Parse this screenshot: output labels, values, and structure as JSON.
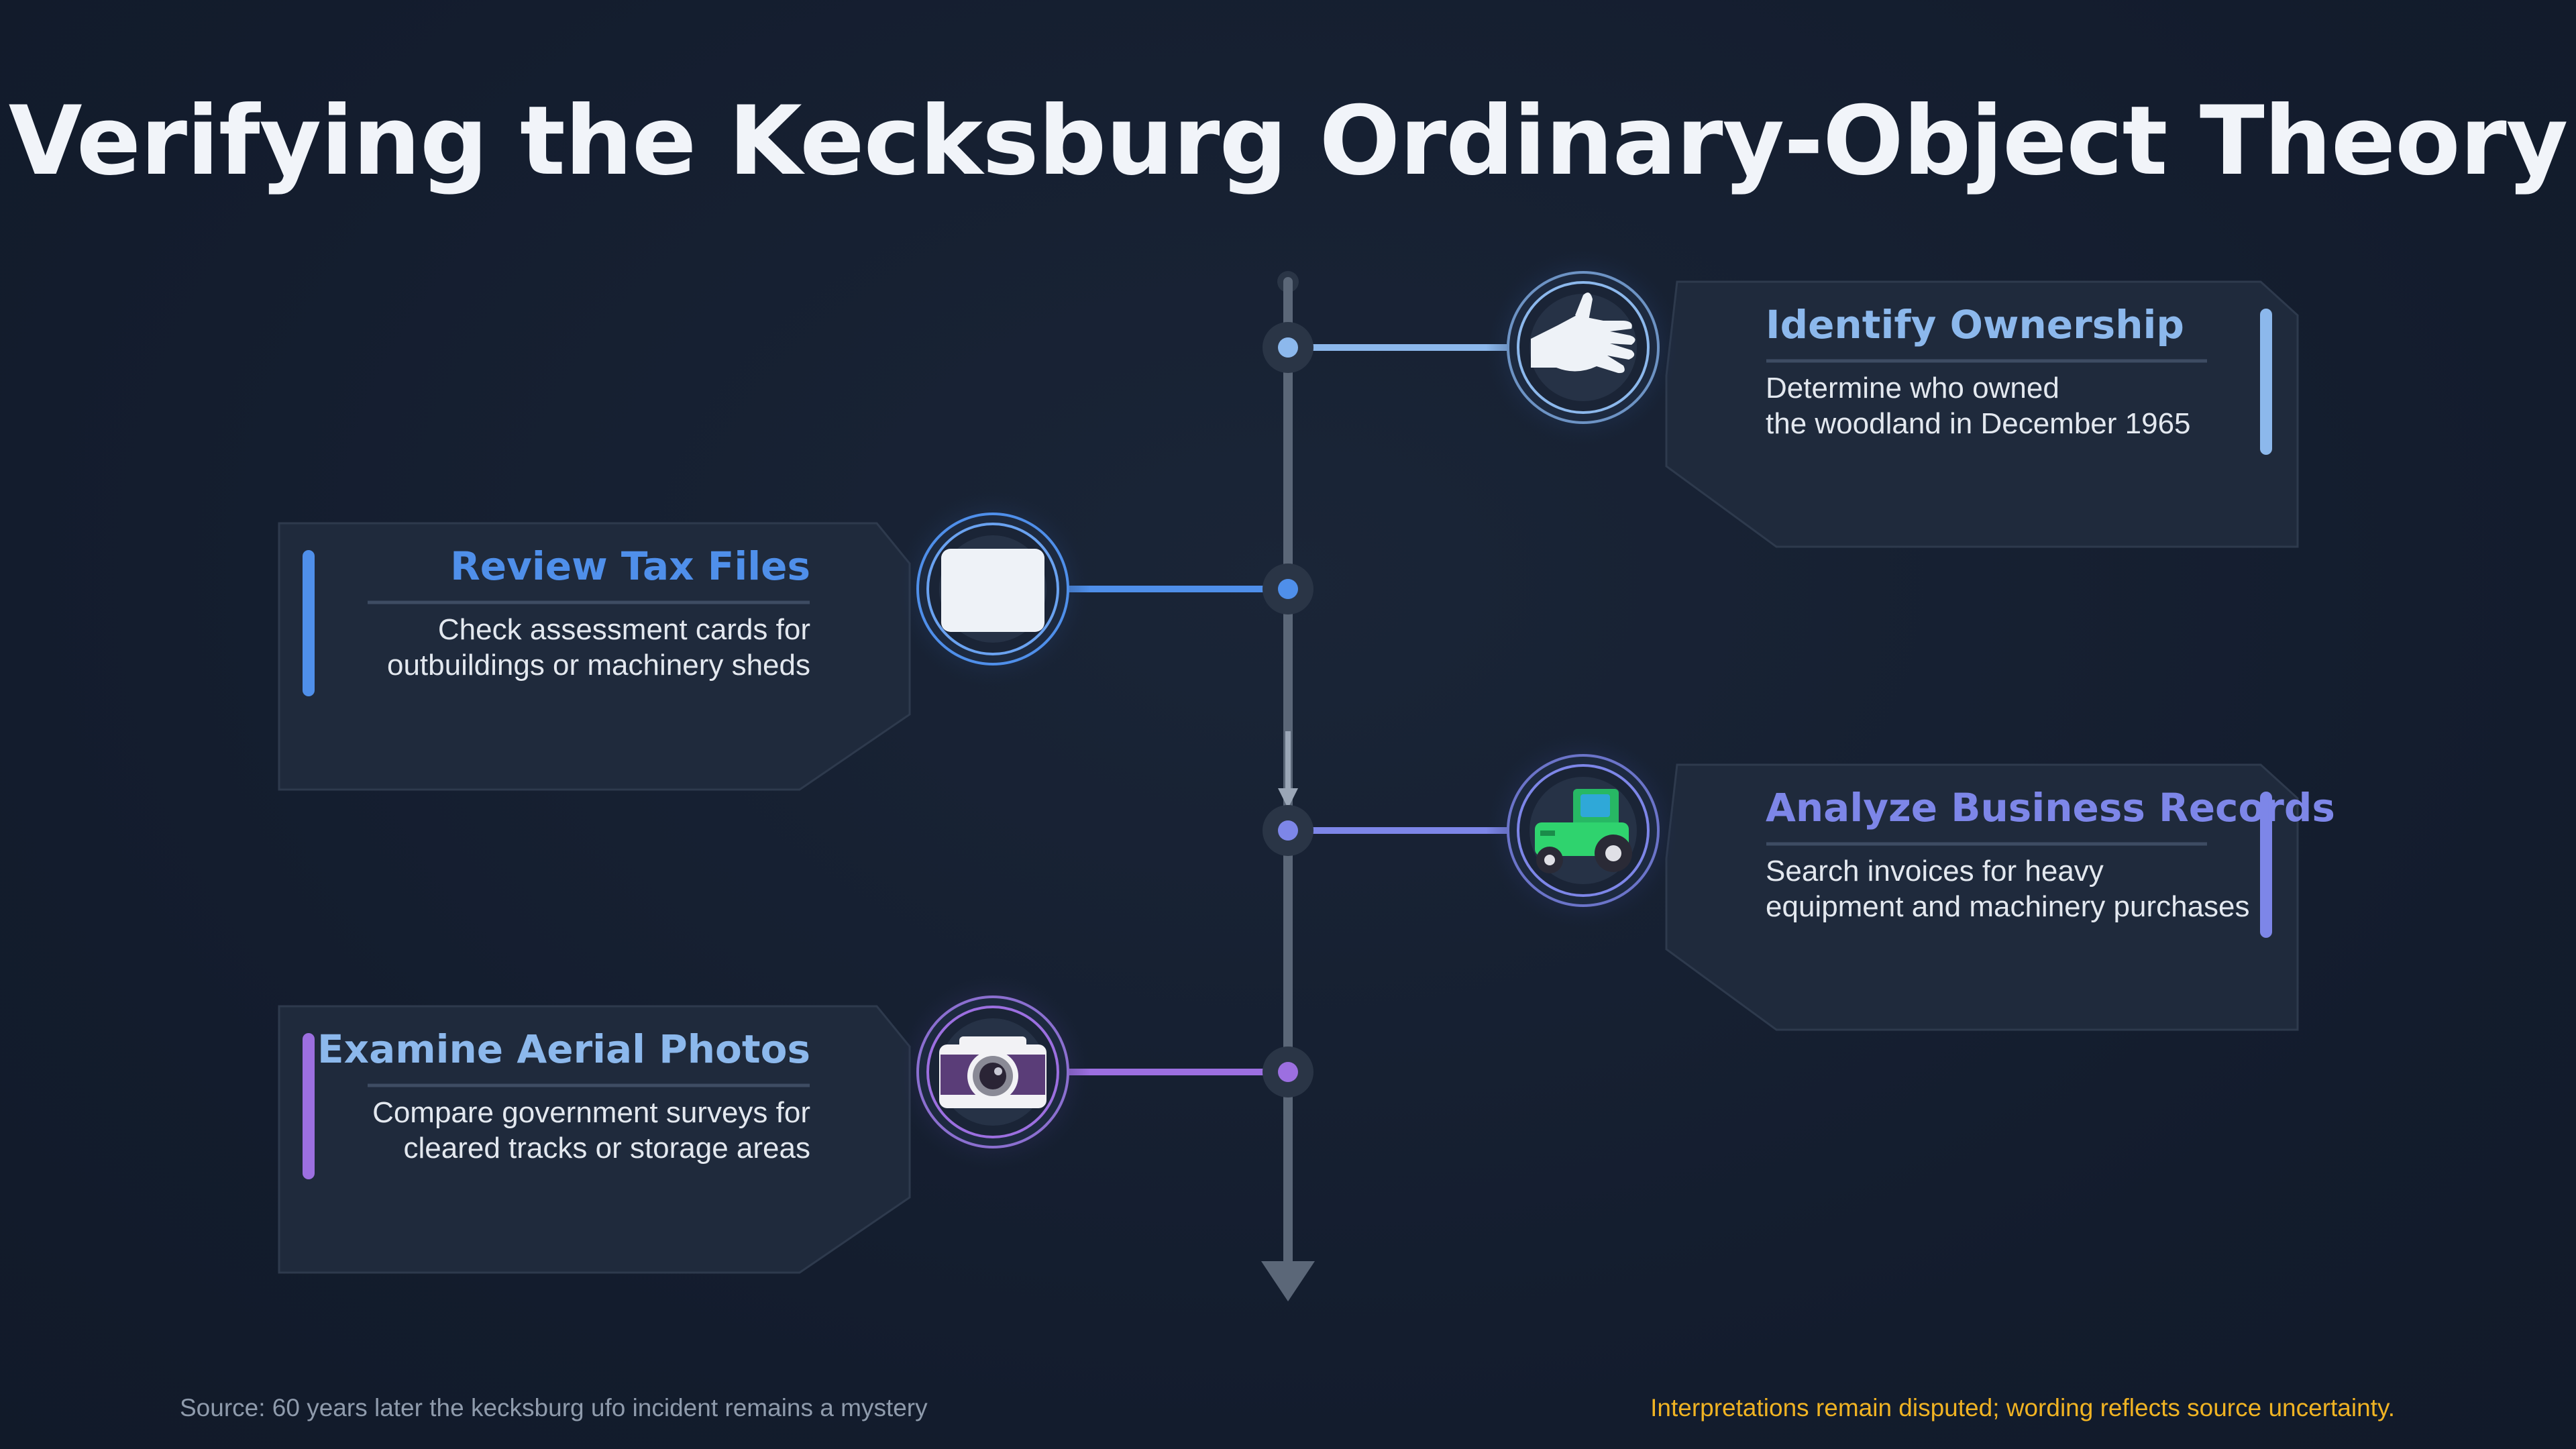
{
  "title": "Verifying the Kecksburg Ordinary-Object Theory",
  "colors": {
    "background": "#151f31",
    "card": "#1f2a3c",
    "spine": "#5b6778",
    "blue": "#4f8fea",
    "light_blue": "#8cb8ec",
    "indigo": "#7d86e8",
    "purple": "#9c6fe0"
  },
  "steps": [
    {
      "title": "Identify Ownership",
      "description": "Determine who owned\nthe woodland in December 1965",
      "icon": "hand-icon",
      "side": "right",
      "accent": "#8cb8ec"
    },
    {
      "title": "Review Tax Files",
      "description": "Check assessment cards for\noutbuildings or machinery sheds",
      "icon": "document-icon",
      "side": "left",
      "accent": "#4f8fea"
    },
    {
      "title": "Analyze Business Records",
      "description": "Search invoices for heavy\nequipment and machinery purchases",
      "icon": "tractor-icon",
      "side": "right",
      "accent": "#7d86e8"
    },
    {
      "title": "Examine Aerial Photos",
      "description": "Compare government surveys for\ncleared tracks or storage areas",
      "icon": "camera-icon",
      "side": "left",
      "accent": "#9c6fe0"
    }
  ],
  "footer": {
    "source": "Source: 60 years later the kecksburg ufo incident remains a mystery",
    "note": "Interpretations remain disputed; wording reflects source uncertainty."
  }
}
